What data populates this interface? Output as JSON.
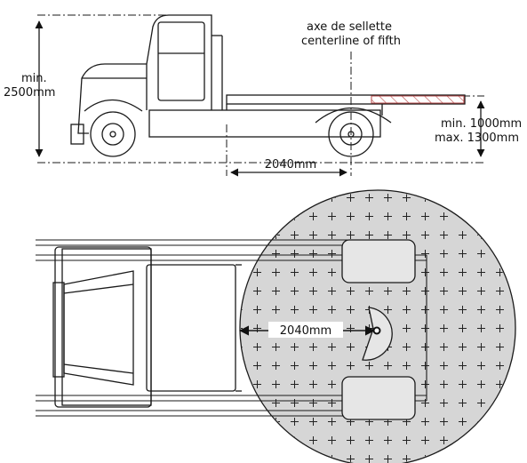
{
  "labels": {
    "height_min_line1": "min.",
    "height_min_line2": "2500mm",
    "fifth_wheel_line1": "axe de sellette",
    "fifth_wheel_line2": "centerline of fifth",
    "deck_min": "min. 1000mm",
    "deck_max": "max. 1300mm",
    "distance_side": "2040mm",
    "distance_top": "2040mm"
  },
  "colors": {
    "line": "#1a1a1a",
    "turning_circle_fill": "#d6d6d6",
    "hatch": "#b84a4a",
    "background": "#ffffff"
  }
}
